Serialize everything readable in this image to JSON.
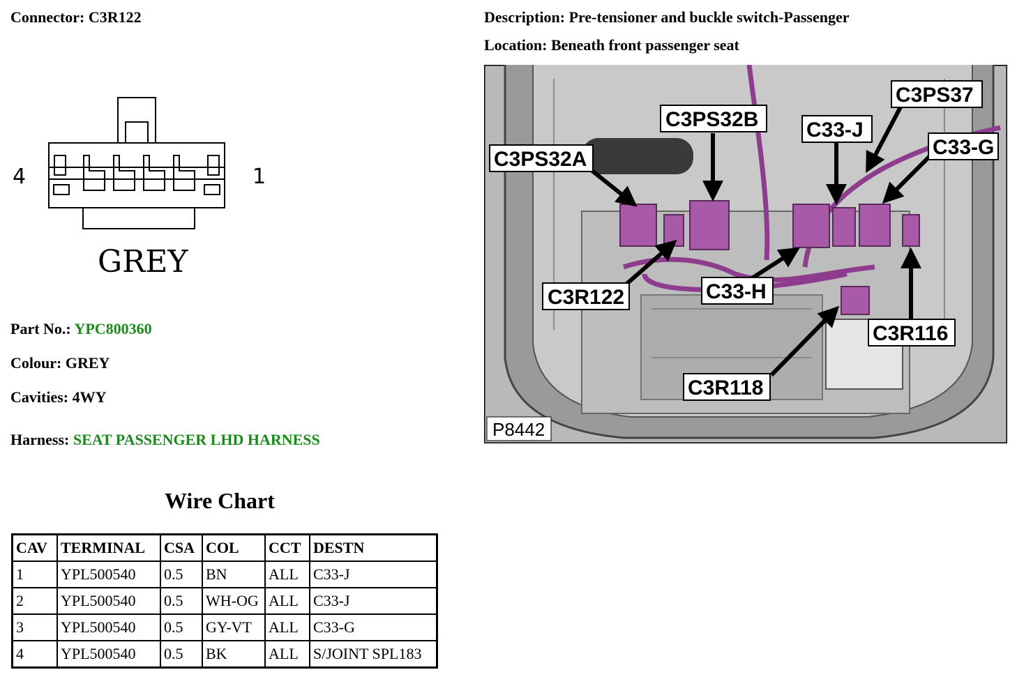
{
  "connector": {
    "label": "Connector:",
    "value": "C3R122"
  },
  "description": {
    "label": "Description:",
    "value": "Pre-tensioner and buckle switch-Passenger"
  },
  "location": {
    "label": "Location:",
    "value": "Beneath front passenger seat"
  },
  "drawing": {
    "pin_left": "4",
    "pin_right": "1",
    "colour_text": "GREY"
  },
  "part_no": {
    "label": "Part No.:",
    "value": "YPC800360"
  },
  "colour": {
    "label": "Colour:",
    "value": "GREY"
  },
  "cavities": {
    "label": "Cavities:",
    "value": "4WY"
  },
  "harness": {
    "label": "Harness:",
    "value": "SEAT PASSENGER LHD HARNESS"
  },
  "wire_chart": {
    "title": "Wire Chart",
    "headers": [
      "CAV",
      "TERMINAL",
      "CSA",
      "COL",
      "CCT",
      "DESTN"
    ],
    "rows": [
      [
        "1",
        "YPL500540",
        "0.5",
        "BN",
        "ALL",
        "C33-J"
      ],
      [
        "2",
        "YPL500540",
        "0.5",
        "WH-OG",
        "ALL",
        "C33-J"
      ],
      [
        "3",
        "YPL500540",
        "0.5",
        "GY-VT",
        "ALL",
        "C33-G"
      ],
      [
        "4",
        "YPL500540",
        "0.5",
        "BK",
        "ALL",
        "S/JOINT SPL183"
      ]
    ]
  },
  "photo": {
    "ref": "P8442",
    "callouts": [
      "C3PS32B",
      "C3PS37",
      "C33-J",
      "C33-G",
      "C3PS32A",
      "C3R122",
      "C33-H",
      "C3R116",
      "C3R118"
    ]
  }
}
